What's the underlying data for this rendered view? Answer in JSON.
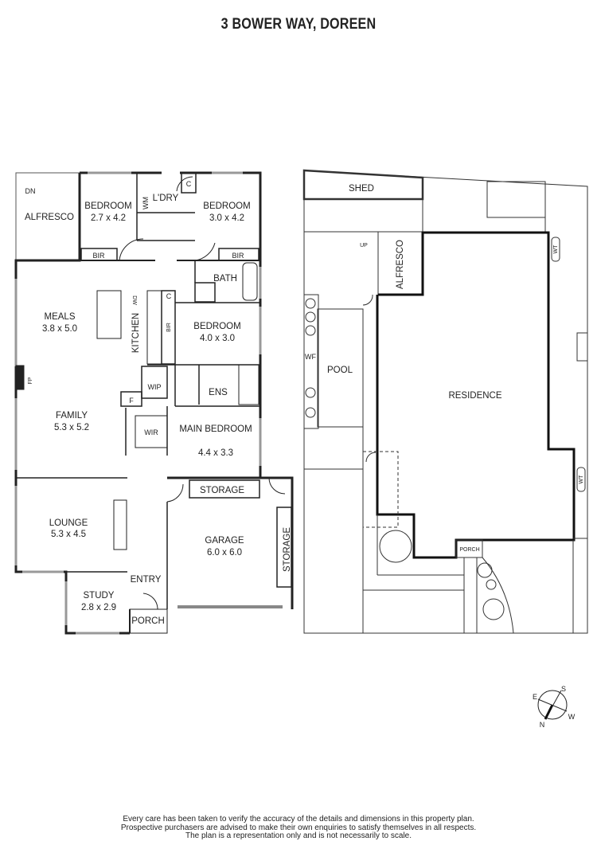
{
  "title": "3 BOWER WAY, DOREEN",
  "floor_plan": {
    "rooms": [
      {
        "name": "ALFRESCO",
        "dims": ""
      },
      {
        "name": "BEDROOM",
        "dims": "2.7 x 4.2"
      },
      {
        "name": "L'DRY",
        "dims": ""
      },
      {
        "name": "BEDROOM",
        "dims": "3.0 x 4.2"
      },
      {
        "name": "BIR",
        "dims": ""
      },
      {
        "name": "BIR",
        "dims": ""
      },
      {
        "name": "BATH",
        "dims": ""
      },
      {
        "name": "MEALS",
        "dims": "3.8 x 5.0"
      },
      {
        "name": "KITCHEN",
        "dims": ""
      },
      {
        "name": "BEDROOM",
        "dims": "4.0 x 3.0"
      },
      {
        "name": "WIP",
        "dims": ""
      },
      {
        "name": "ENS",
        "dims": ""
      },
      {
        "name": "FAMILY",
        "dims": "5.3 x 5.2"
      },
      {
        "name": "WIR",
        "dims": ""
      },
      {
        "name": "MAIN BEDROOM",
        "dims": "4.4 x 3.3"
      },
      {
        "name": "STORAGE",
        "dims": ""
      },
      {
        "name": "LOUNGE",
        "dims": "5.3 x 4.5"
      },
      {
        "name": "GARAGE",
        "dims": "6.0 x 6.0"
      },
      {
        "name": "STORAGE",
        "dims": ""
      },
      {
        "name": "ENTRY",
        "dims": ""
      },
      {
        "name": "STUDY",
        "dims": "2.8 x 2.9"
      },
      {
        "name": "PORCH",
        "dims": ""
      }
    ],
    "fixtures": {
      "dn": "DN",
      "wm": "WM",
      "c": "C",
      "dw": "DW",
      "bir": "BIR",
      "fp": "FP",
      "f": "F"
    }
  },
  "site_plan": {
    "labels": {
      "shed": "SHED",
      "up": "UP",
      "alfresco": "ALFRESCO",
      "wf": "WF",
      "pool": "POOL",
      "residence": "RESIDENCE",
      "porch": "PORCH",
      "wt": "WT"
    }
  },
  "compass": {
    "e": "E",
    "s": "S",
    "n": "N",
    "w": "W"
  },
  "disclaimer": [
    "Every care has been taken to verify the accuracy of the details and dimensions in this property plan.",
    "Prospective purchasers are advised to make their own enquiries to satisfy themselves in all respects.",
    "The plan is a representation only and is not necessarily to scale."
  ]
}
